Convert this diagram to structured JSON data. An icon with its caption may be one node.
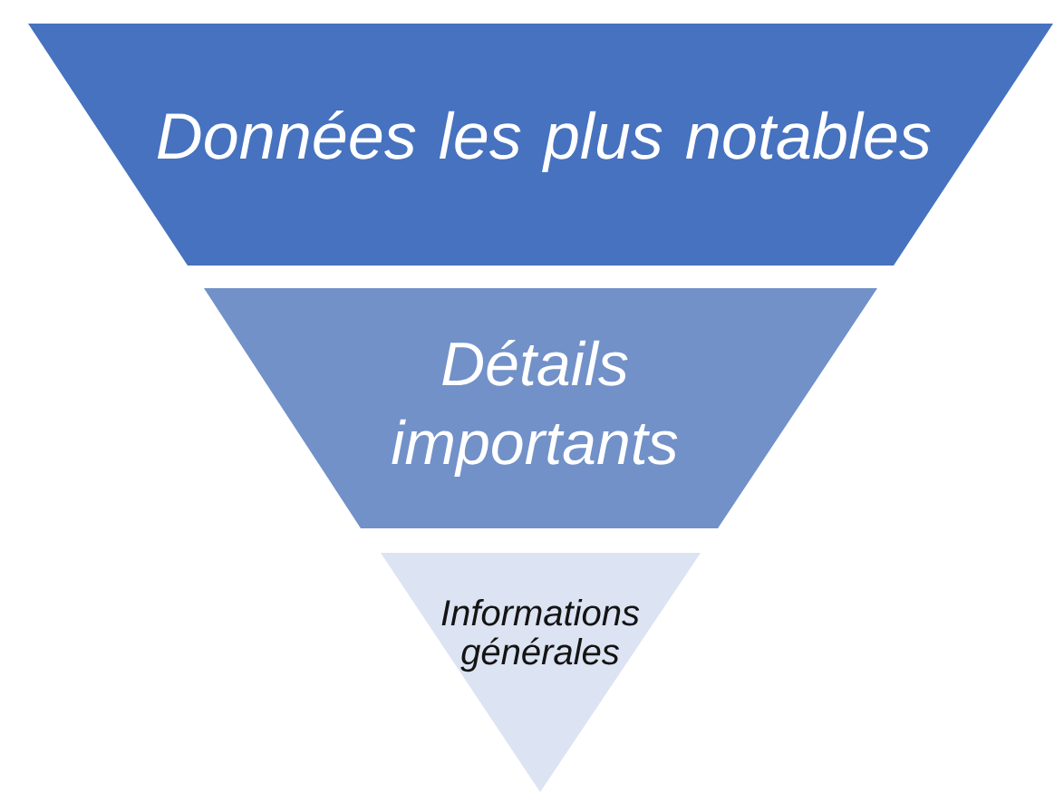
{
  "diagram": {
    "nodes": [
      {
        "text": [
          "Données les plus notables"
        ]
      },
      {
        "text": [
          "Détails importants"
        ]
      },
      {
        "text": [
          "Informations générales"
        ]
      }
    ]
  }
}
